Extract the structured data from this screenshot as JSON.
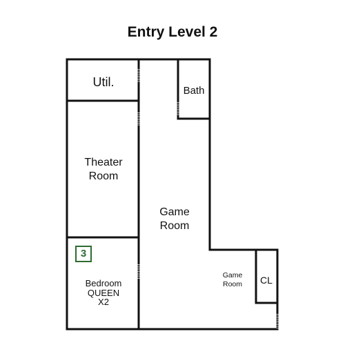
{
  "title": "Entry Level 2",
  "rooms": {
    "util": "Util.",
    "bath": "Bath",
    "theater_line1": "Theater",
    "theater_line2": "Room",
    "game_line1": "Game",
    "game_line2": "Room",
    "small_game_line1": "Game",
    "small_game_line2": "Room",
    "closet": "CL",
    "bedroom_line1": "Bedroom",
    "bedroom_line2": "QUEEN",
    "bedroom_line3": "X2"
  },
  "bedroom_number": "3",
  "colors": {
    "wall": "#111111",
    "door_marker": "#b0b0b0",
    "badge": "#2e6b30"
  }
}
